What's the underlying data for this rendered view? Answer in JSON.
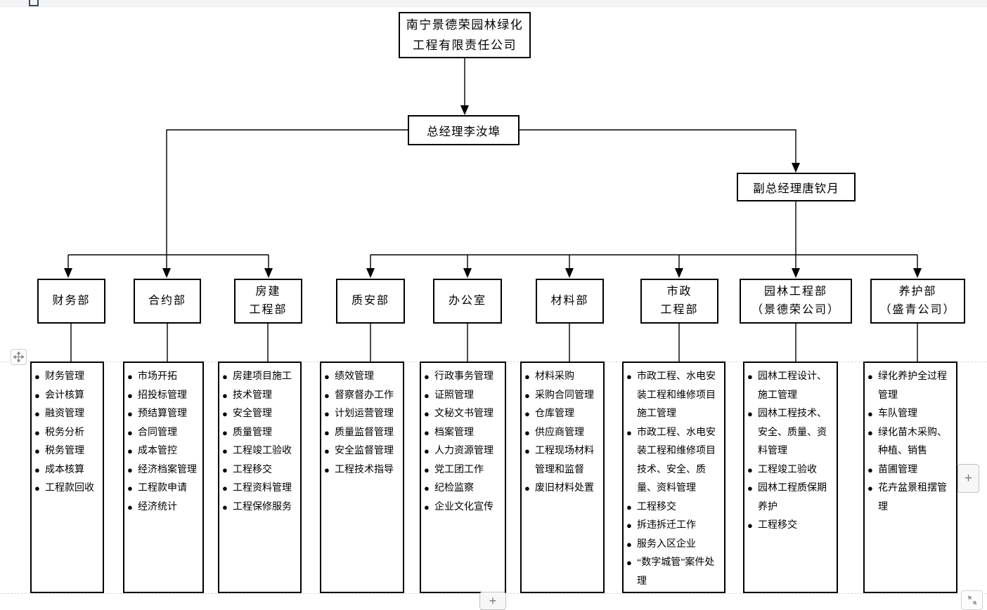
{
  "org_chart": {
    "root": {
      "line1": "南宁景德荣园林绿化",
      "line2": "工程有限责任公司"
    },
    "general_manager": {
      "label": "总经理李汝埠"
    },
    "deputy_general_manager": {
      "label": "副总经理唐钦月"
    },
    "departments": [
      {
        "id": "finance",
        "line1": "财务部",
        "line2": "",
        "duties": [
          "财务管理",
          "会计核算",
          "融资管理",
          "税务分析",
          "税务管理",
          "成本核算",
          "工程款回收"
        ]
      },
      {
        "id": "contract",
        "line1": "合约部",
        "line2": "",
        "duties": [
          "市场开拓",
          "招投标管理",
          "预结算管理",
          "合同管理",
          "成本管控",
          "经济档案管理",
          "工程款申请",
          "经济统计"
        ]
      },
      {
        "id": "building-engineering",
        "line1": "房建",
        "line2": "工程部",
        "duties": [
          "房建项目施工",
          "技术管理",
          "安全管理",
          "质量管理",
          "工程竣工验收",
          "工程移交",
          "工程资料管理",
          "工程保修服务"
        ]
      },
      {
        "id": "quality-safety",
        "line1": "质安部",
        "line2": "",
        "duties": [
          "绩效管理",
          "督察督办工作",
          "计划运营管理",
          "质量监督管理",
          "安全监督管理",
          "工程技术指导"
        ]
      },
      {
        "id": "office",
        "line1": "办公室",
        "line2": "",
        "duties": [
          "行政事务管理",
          "证照管理",
          "文秘文书管理",
          "档案管理",
          "人力资源管理",
          "党工团工作",
          "纪检监察",
          "企业文化宣传"
        ]
      },
      {
        "id": "materials",
        "line1": "材料部",
        "line2": "",
        "duties": [
          "材料采购",
          "采购合同管理",
          "仓库管理",
          "供应商管理",
          "工程现场材料管理和监督",
          "废旧材料处置"
        ]
      },
      {
        "id": "municipal-engineering",
        "line1": "市政",
        "line2": "工程部",
        "duties": [
          "市政工程、水电安装工程和维修项目施工管理",
          "市政工程、水电安装工程和维修项目技术、安全、质量、资料管理",
          "工程移交",
          "拆违拆迁工作",
          "服务入区企业",
          "“数字城管”案件处理"
        ]
      },
      {
        "id": "landscape-engineering",
        "line1": "园林工程部",
        "line2": "（景德荣公司）",
        "duties": [
          "园林工程设计、施工管理",
          "园林工程技术、安全、质量、资料管理",
          "工程竣工验收",
          "园林工程质保期养护",
          "工程移交"
        ]
      },
      {
        "id": "maintenance",
        "line1": "养护部",
        "line2": "（盛青公司）",
        "duties": [
          "绿化养护全过程管理",
          "车队管理",
          "绿化苗木采购、种植、销售",
          "苗圃管理",
          "花卉盆景租摆管理"
        ]
      }
    ],
    "bullet_glyph": "●"
  },
  "controls": {
    "pan_icon": "move-icon",
    "zoom_in_right_label": "+",
    "zoom_in_bottom_label": "+",
    "expand_icon": "expand-diagonal-icon",
    "top_toolbar_icon": "square-outline-icon"
  },
  "colors": {
    "line": "#000000",
    "page_boundary_dash": "#d9d9d9",
    "toolbar_strip": "#f3f4f6",
    "control_border": "#c3c3c3"
  }
}
